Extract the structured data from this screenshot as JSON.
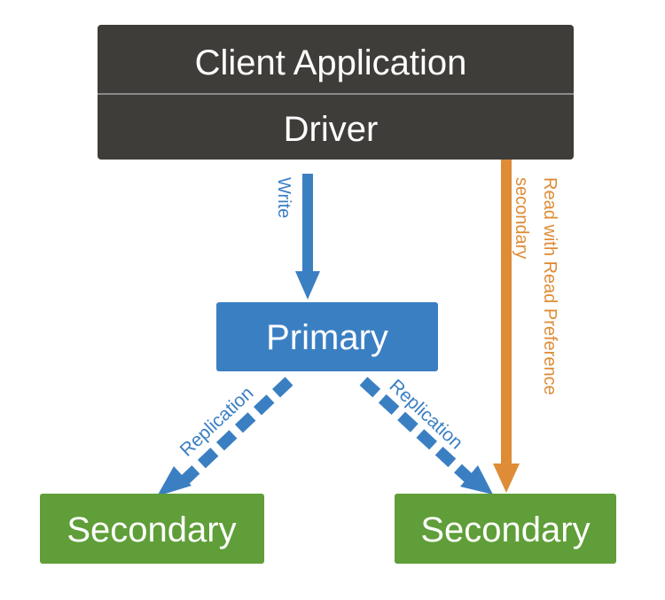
{
  "client": {
    "app_label": "Client Application",
    "driver_label": "Driver"
  },
  "nodes": {
    "primary_label": "Primary",
    "secondary_left_label": "Secondary",
    "secondary_right_label": "Secondary"
  },
  "edges": {
    "write_label": "Write",
    "read_label_line1": "Read with Read Preference",
    "read_label_line2": "secondary",
    "replication_left_label": "Replication",
    "replication_right_label": "Replication"
  },
  "colors": {
    "client_box": "#3f3d39",
    "primary_box": "#3b7fc3",
    "secondary_box": "#5f9e38",
    "write_arrow": "#3b7fc3",
    "read_arrow": "#de8c36",
    "text_on_box": "#ffffff"
  }
}
